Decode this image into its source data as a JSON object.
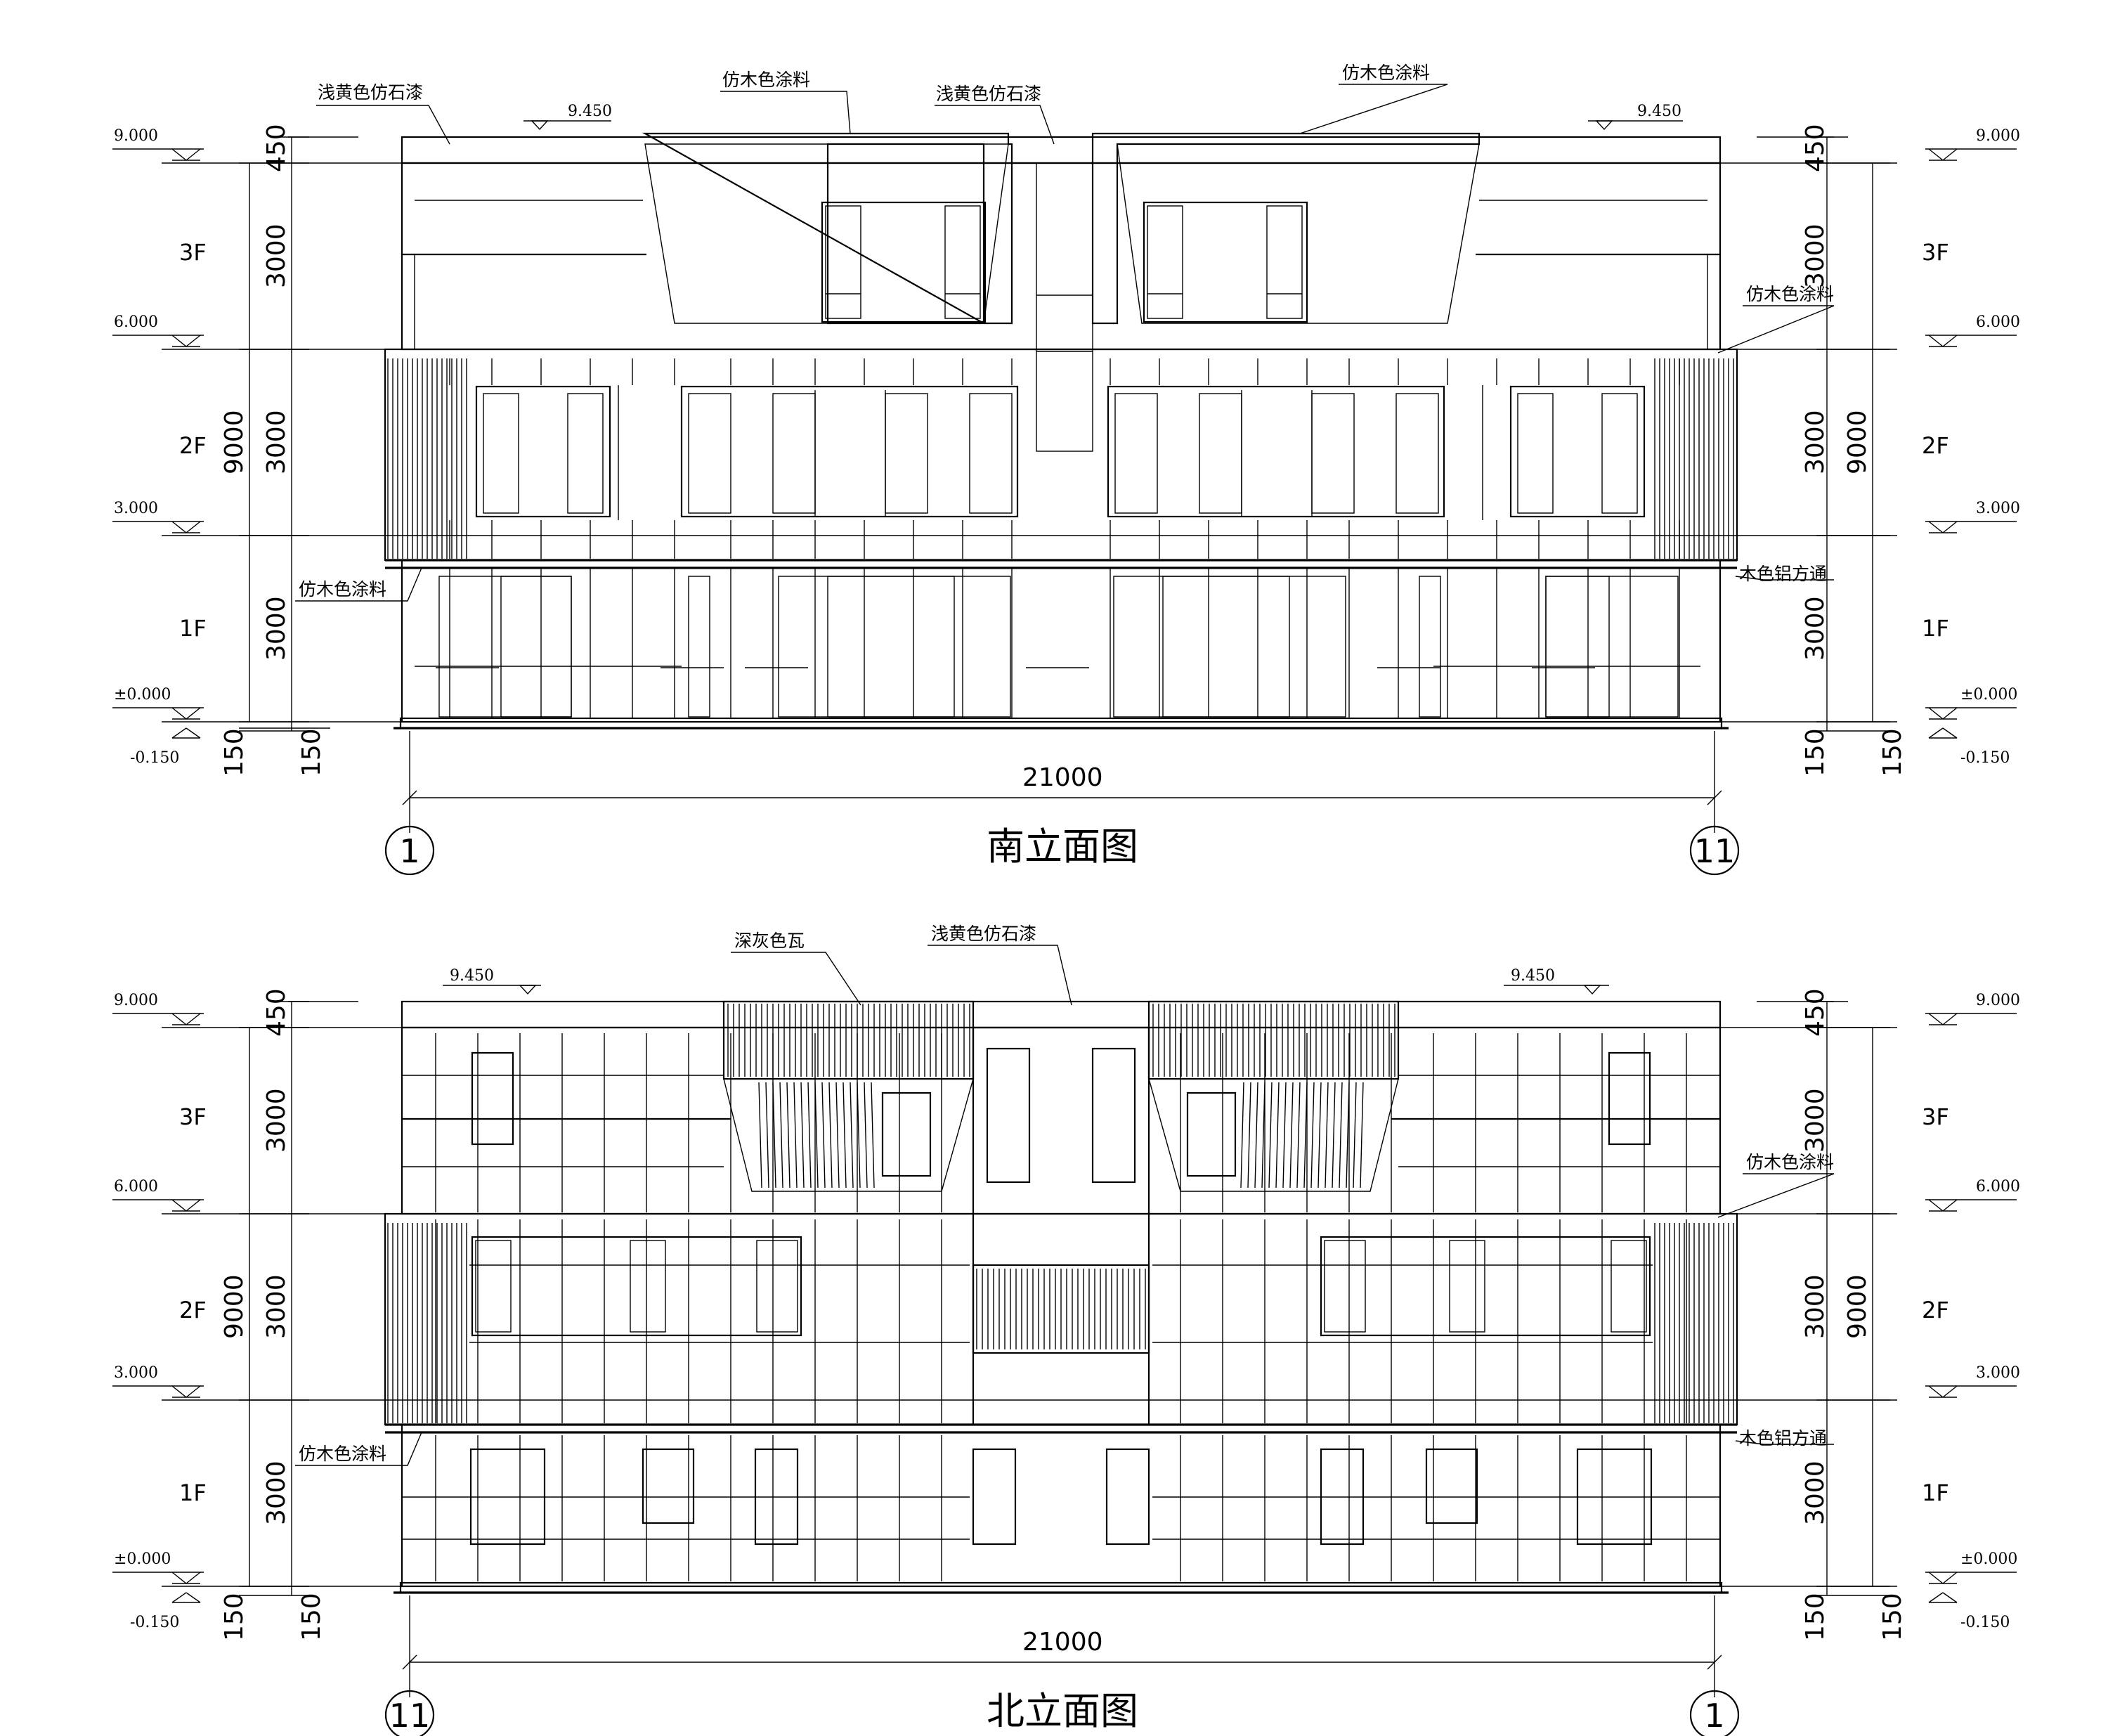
{
  "south": {
    "title": "南立面图",
    "axis_left": "1",
    "axis_right": "11",
    "total_width": "21000",
    "labels": {
      "stone_left": "浅黄色仿石漆",
      "wood_top_left": "仿木色涂料",
      "stone_center": "浅黄色仿石漆",
      "wood_top_right": "仿木色涂料",
      "wood_right": "仿木色涂料",
      "wood_left_low": "仿木色涂料",
      "aluminium": "木色铝方通"
    }
  },
  "north": {
    "title": "北立面图",
    "axis_left": "11",
    "axis_right": "1",
    "total_width": "21000",
    "labels": {
      "tile": "深灰色瓦",
      "stone_center": "浅黄色仿石漆",
      "wood_right": "仿木色涂料",
      "wood_left_low": "仿木色涂料",
      "aluminium": "木色铝方通"
    }
  },
  "levels": {
    "top": "9.450",
    "roof": "9.000",
    "f3": "6.000",
    "f2": "3.000",
    "ground": "±0.000",
    "base": "-0.150"
  },
  "dims": {
    "parapet": "450",
    "floor": "3000",
    "total": "9000",
    "plinth": "150"
  },
  "floors": {
    "f1": "1F",
    "f2": "2F",
    "f3": "3F"
  }
}
